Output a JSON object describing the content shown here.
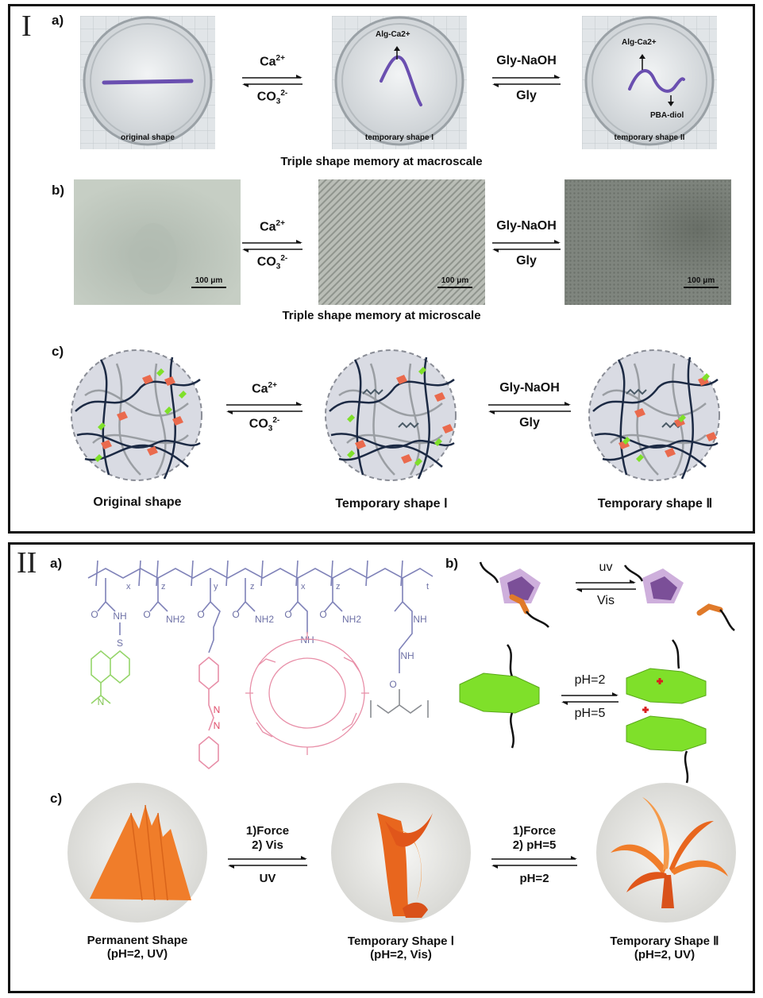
{
  "panel1": {
    "roman": "I",
    "a": {
      "label": "a)",
      "photo_labels": [
        "original shape",
        "temporary shape I",
        "temporary shape II"
      ],
      "annotations": {
        "alg_ca_1": "Alg-Ca2+",
        "alg_ca_2": "Alg-Ca2+",
        "pba_diol": "PBA-diol"
      },
      "arrows": [
        {
          "top": "Ca",
          "top_sup": "2+",
          "bottom": "CO",
          "bottom_sub": "3",
          "bottom_sup": "2-"
        },
        {
          "top": "Gly-NaOH",
          "top_sup": "",
          "bottom": "Gly",
          "bottom_sub": "",
          "bottom_sup": ""
        }
      ],
      "caption": "Triple shape memory at macroscale"
    },
    "b": {
      "label": "b)",
      "scale_bar": "100 μm",
      "arrows": [
        {
          "top": "Ca",
          "top_sup": "2+",
          "bottom": "CO",
          "bottom_sub": "3",
          "bottom_sup": "2-"
        },
        {
          "top": "Gly-NaOH",
          "top_sup": "",
          "bottom": "Gly",
          "bottom_sub": "",
          "bottom_sup": ""
        }
      ],
      "caption": "Triple shape memory at microscale"
    },
    "c": {
      "label": "c)",
      "arrows": [
        {
          "top": "Ca",
          "top_sup": "2+",
          "bottom": "CO",
          "bottom_sub": "3",
          "bottom_sup": "2-"
        },
        {
          "top": "Gly-NaOH",
          "top_sup": "",
          "bottom": "Gly",
          "bottom_sub": "",
          "bottom_sup": ""
        }
      ],
      "captions": [
        "Original shape",
        "Temporary shape Ⅰ",
        "Temporary shape Ⅱ"
      ]
    }
  },
  "panel2": {
    "roman": "II",
    "a": {
      "label": "a)",
      "subscripts": [
        "x",
        "z",
        "y",
        "z",
        "x",
        "z",
        "t"
      ],
      "groups": {
        "nh": "NH",
        "nh2": "NH2",
        "o": "O",
        "s": "S",
        "n": "N"
      }
    },
    "b": {
      "label": "b)",
      "arrows": [
        {
          "top": "uv",
          "bottom": "Vis"
        },
        {
          "top": "pH=2",
          "bottom": "pH=5"
        }
      ]
    },
    "c": {
      "label": "c)",
      "arrows": [
        {
          "top1": "1)Force",
          "top2": "2) Vis",
          "bottom": "UV"
        },
        {
          "top1": "1)Force",
          "top2": "2) pH=5",
          "bottom": "pH=2"
        }
      ],
      "captions": [
        {
          "line1": "Permanent Shape",
          "line2": "(pH=2, UV)"
        },
        {
          "line1": "Temporary Shape Ⅰ",
          "line2": "(pH=2, Vis)"
        },
        {
          "line1": "Temporary Shape Ⅱ",
          "line2": "(pH=2, UV)"
        }
      ]
    }
  },
  "colors": {
    "purple": "#6a4fb0",
    "coral": "#ea6a4d",
    "green": "#7fe02a",
    "orange": "#f07d2a",
    "chem_purple": "#7f82b8",
    "chem_green": "#95d56a",
    "chem_pink": "#e88fa8"
  }
}
